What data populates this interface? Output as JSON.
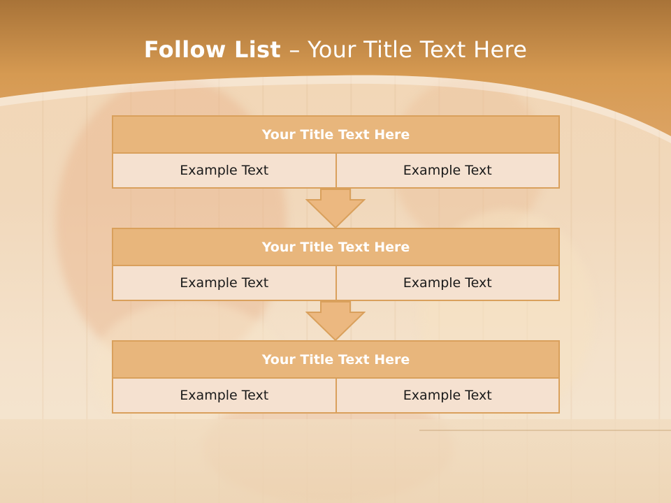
{
  "slide": {
    "title_bold": "Follow List ",
    "title_rest": " – Your Title Text Here"
  },
  "colors": {
    "header": "#d99a4e",
    "block_title_fill": "#e8b67c",
    "block_border": "#d9a05c",
    "cell_fill": "#f5e1d0",
    "arrow_fill": "#ecb880"
  },
  "steps": [
    {
      "title": "Your Title Text Here",
      "left": "Example Text",
      "right": "Example Text"
    },
    {
      "title": "Your Title Text Here",
      "left": "Example Text",
      "right": "Example Text"
    },
    {
      "title": "Your Title Text Here",
      "left": "Example Text",
      "right": "Example Text"
    }
  ]
}
